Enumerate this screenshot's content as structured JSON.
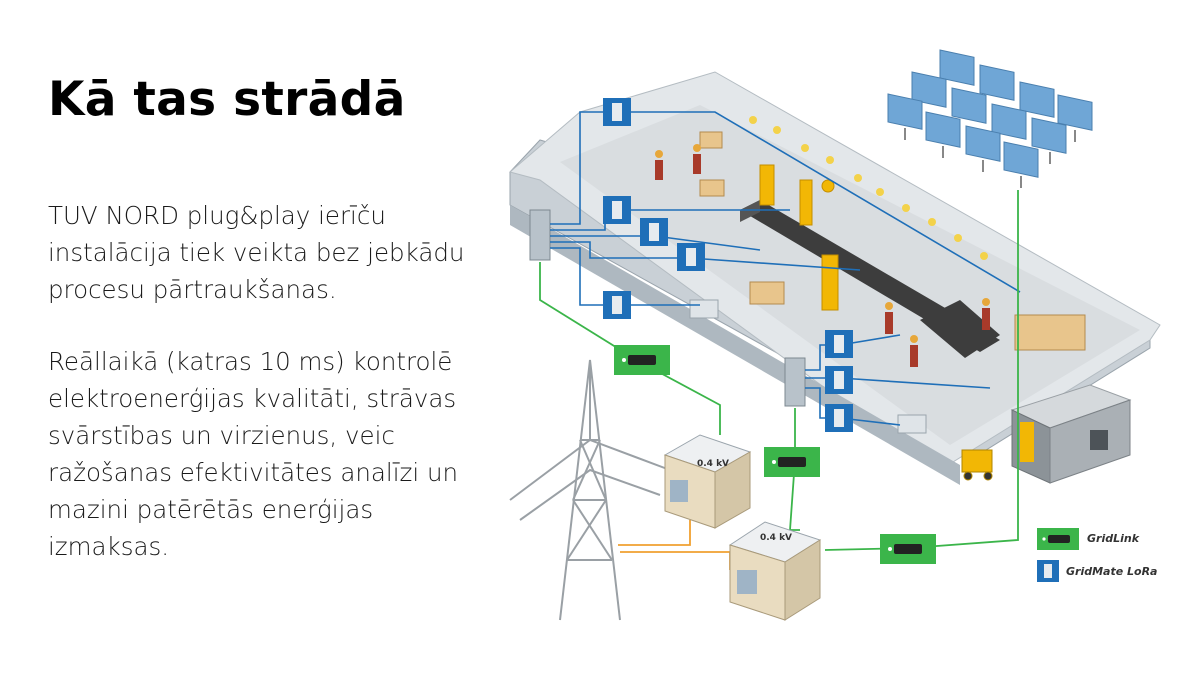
{
  "heading": "Kā tas strādā",
  "paragraphs": {
    "p1": "TUV NORD plug&play ierīču instalācija tiek veikta bez jebkādu procesu pārtraukšanas.",
    "p2": "Reāllaikā (katras 10 ms) kontrolē elektroenerģijas kvalitāti, strāvas svārstības un virzienus, veic ražošanas efektivitātes analīzi un mazini patērētās enerģijas izmaksas."
  },
  "diagram": {
    "transformer_labels": [
      "0.4 kV",
      "0.4 kV"
    ],
    "legend": {
      "gridlink": "GridLink",
      "gridmate": "GridMate LoRa"
    },
    "colors": {
      "gridlink_green": "#3bb54a",
      "gridmate_blue": "#1f6fb8",
      "roof": "#e3e7ea",
      "wall": "#c9d0d6",
      "floor": "#d9dde0",
      "power_line": "#f0a030"
    }
  }
}
